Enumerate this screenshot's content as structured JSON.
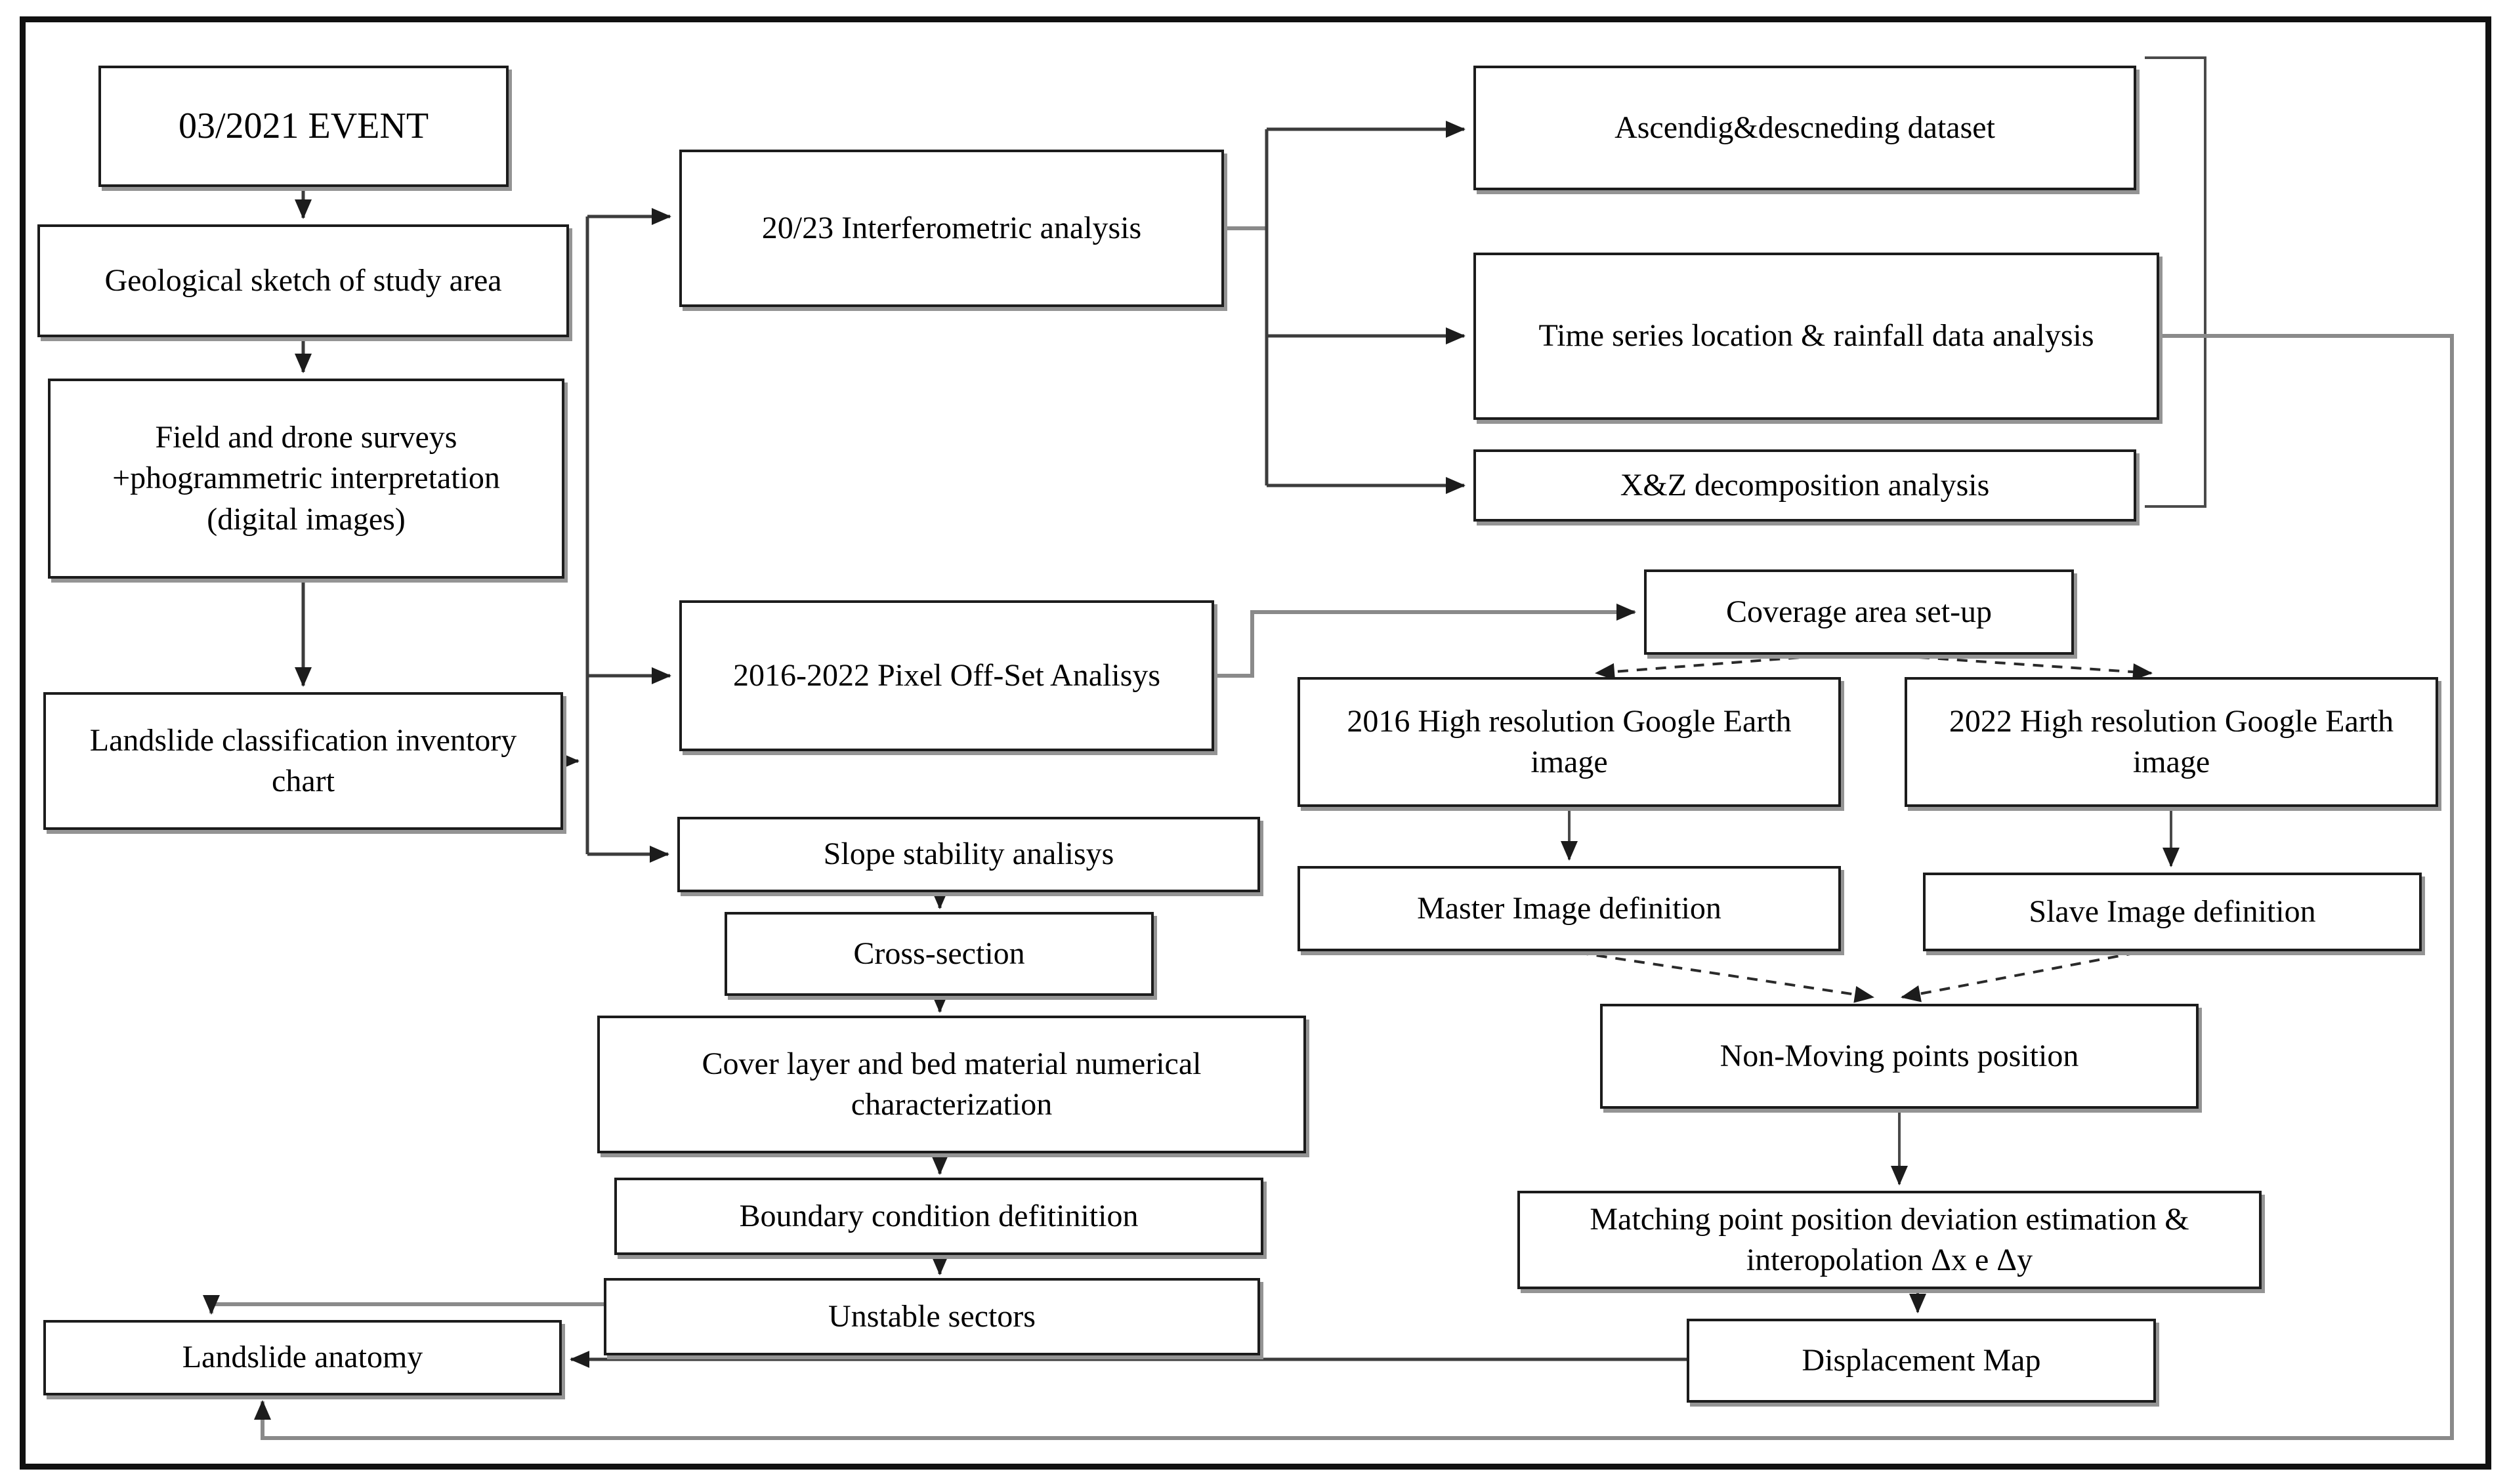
{
  "diagram": {
    "type": "flowchart",
    "nodes": [
      {
        "id": "event",
        "label": "03/2021 EVENT"
      },
      {
        "id": "geo-sketch",
        "label": "Geological sketch of study area"
      },
      {
        "id": "field-surveys",
        "label": "Field and drone surveys +phogrammetric interpretation (digital images)"
      },
      {
        "id": "landslide-classification",
        "label": "Landslide classification inventory chart"
      },
      {
        "id": "interferometric",
        "label": "20/23 Interferometric analysis"
      },
      {
        "id": "pixel-offset",
        "label": "2016-2022 Pixel Off-Set Analisys"
      },
      {
        "id": "slope-stability",
        "label": "Slope stability analisys"
      },
      {
        "id": "ascending-dataset",
        "label": "Ascendig&descneding dataset"
      },
      {
        "id": "time-series",
        "label": "Time series location & rainfall data analysis"
      },
      {
        "id": "xz-decomposition",
        "label": "X&Z decomposition analysis"
      },
      {
        "id": "coverage",
        "label": "Coverage area set-up"
      },
      {
        "id": "img-2016",
        "label": "2016 High resolution Google Earth image"
      },
      {
        "id": "img-2022",
        "label": "2022 High resolution Google Earth image"
      },
      {
        "id": "master-image",
        "label": "Master Image definition"
      },
      {
        "id": "slave-image",
        "label": "Slave Image definition"
      },
      {
        "id": "non-moving",
        "label": "Non-Moving points position"
      },
      {
        "id": "matching-point",
        "label": "Matching point position deviation estimation & interopolation Δx e Δy"
      },
      {
        "id": "displacement-map",
        "label": "Displacement Map"
      },
      {
        "id": "cross-section",
        "label": "Cross-section"
      },
      {
        "id": "cover-layer",
        "label": "Cover layer and bed material numerical characterization"
      },
      {
        "id": "boundary-condition",
        "label": "Boundary condition defitinition"
      },
      {
        "id": "unstable-sectors",
        "label": "Unstable sectors"
      },
      {
        "id": "landslide-anatomy",
        "label": "Landslide anatomy"
      }
    ],
    "colors": {
      "box_border": "#1c1c1c",
      "box_fill": "#ffffff",
      "shadow": "#949494",
      "connector": "#3c3c3c",
      "connector_gray": "#8a8a8a",
      "text": "#000000"
    }
  }
}
